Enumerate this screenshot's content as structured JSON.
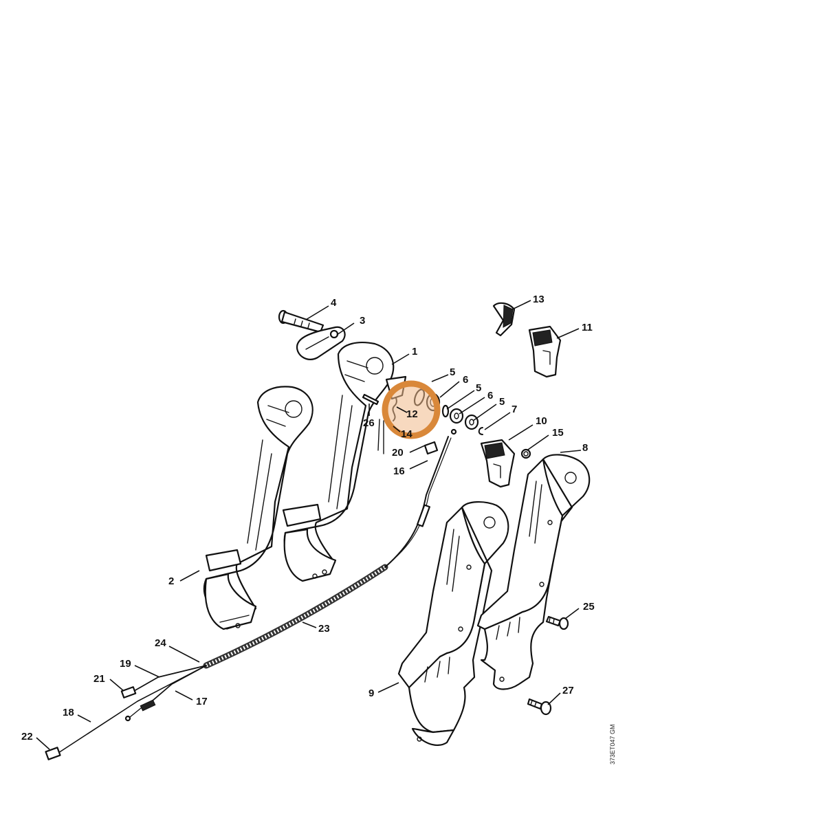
{
  "diagram": {
    "drawing_code": "373ET047 GM",
    "highlight_color": "#d9883a",
    "highlight_fill": "#f0b98b",
    "callouts": [
      "1",
      "2",
      "3",
      "4",
      "5",
      "5",
      "5",
      "6",
      "6",
      "7",
      "8",
      "9",
      "10",
      "11",
      "12",
      "13",
      "14",
      "15",
      "16",
      "17",
      "18",
      "19",
      "20",
      "21",
      "22",
      "23",
      "24",
      "25",
      "26",
      "27"
    ]
  }
}
